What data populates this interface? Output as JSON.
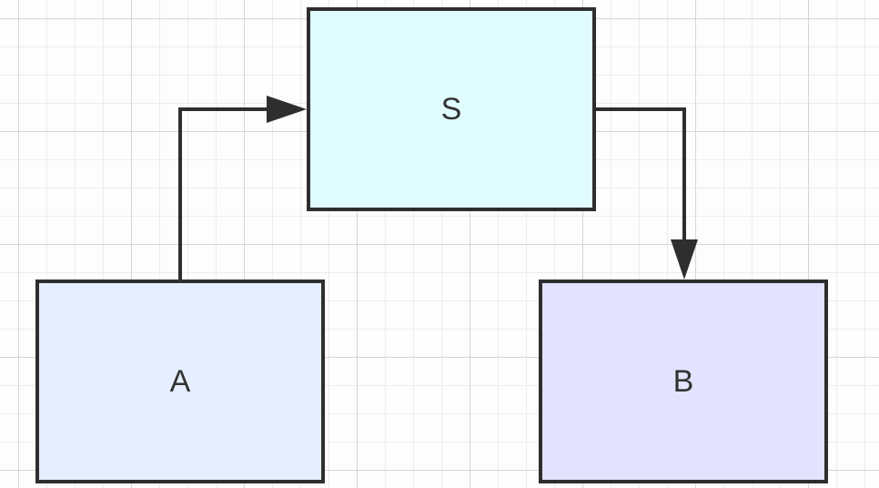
{
  "nodes": {
    "s": {
      "label": "S",
      "fill": "#e0fcff"
    },
    "a": {
      "label": "A",
      "fill": "#e5efff"
    },
    "b": {
      "label": "B",
      "fill": "#e3e3ff"
    }
  },
  "edges": [
    {
      "from": "A",
      "to": "S"
    },
    {
      "from": "S",
      "to": "B"
    }
  ],
  "colors": {
    "stroke": "#2e2e2e",
    "grid_major": "#d6d6d6",
    "grid_minor": "#ececec",
    "text": "#333333"
  }
}
